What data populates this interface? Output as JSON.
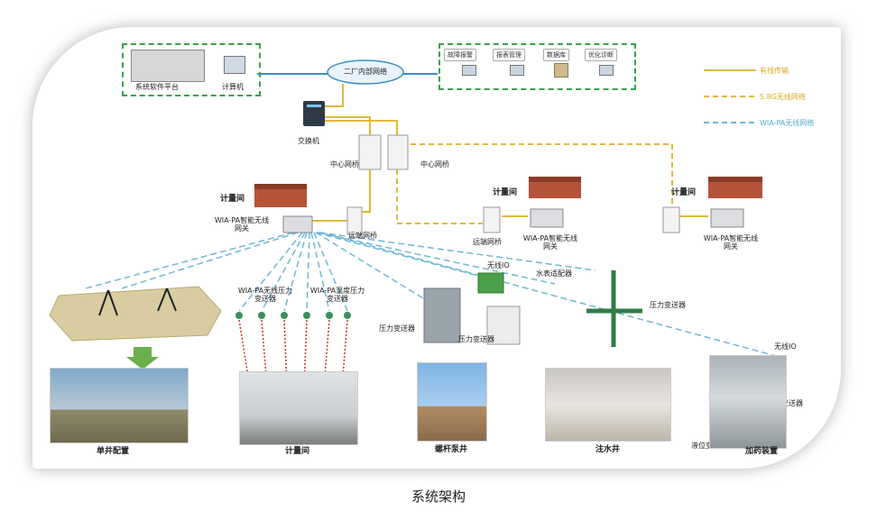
{
  "caption": "系统架构",
  "network_cloud": "二厂内部网络",
  "legend": [
    {
      "label": "有线传输",
      "color": "#e2b83a",
      "style": "solid"
    },
    {
      "label": "5.8G无线网络",
      "color": "#e2b83a",
      "style": "dashed"
    },
    {
      "label": "WIA-PA无线网络",
      "color": "#6fb7d6",
      "style": "dashed"
    }
  ],
  "control_room": {
    "software_platform": "系统软件平台",
    "computer": "计算机"
  },
  "functions": [
    "故障报警",
    "报表管理",
    "数据库",
    "优化诊断"
  ],
  "core": {
    "switch": "交换机",
    "bridge_a": "中心网桥",
    "bridge_b": "中心网桥"
  },
  "metering_left": {
    "room": "计量间",
    "gateway": "WIA-PA智能无线\n网关",
    "bridge": "远端网桥"
  },
  "metering_mid": {
    "room": "计量间",
    "bridge": "远端网桥",
    "gateway": "WIA-PA智能无线\n网关"
  },
  "metering_right": {
    "room": "计量间",
    "gateway": "WIA-PA智能无线\n网关"
  },
  "field_labels": {
    "wireless_pressure": "WIA-PA无线压力\n变送器",
    "temp_pressure": "WIA-PA温度压力\n变送器",
    "wireless_io": "无线IO",
    "flow_meter": "水表适配器",
    "pt_left_a": "压力变送器",
    "pt_left_b": "压力变送器",
    "pt_right": "压力变送器",
    "dosing_io": "无线IO",
    "dosing_pt": "压力变送器",
    "level_tx": "液位变送器"
  },
  "bottom_labels": [
    "单井配置",
    "计量间",
    "螺杆泵井",
    "注水井",
    "加药装置"
  ],
  "colors": {
    "wired": "#e2b83a",
    "wifi58": "#e2b83a",
    "wiapa": "#6fb7d6",
    "green_box": "#3aa14a",
    "red_link": "#c8322c"
  }
}
